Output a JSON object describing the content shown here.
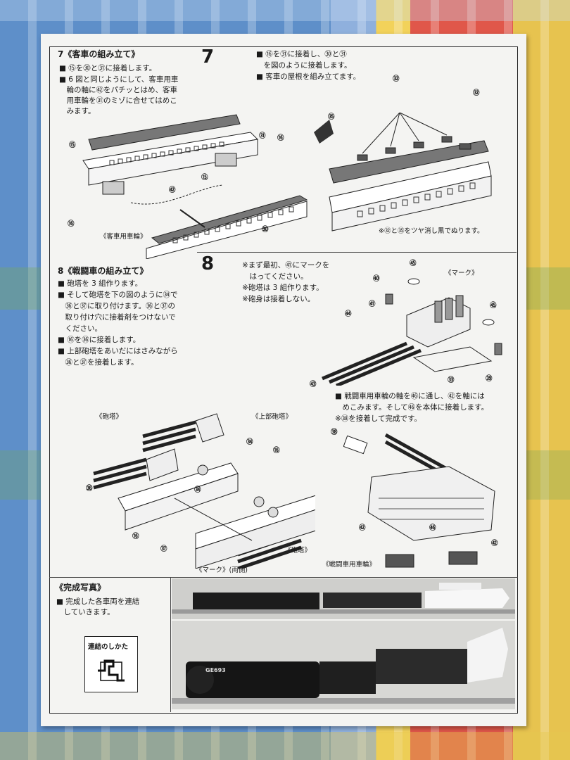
{
  "section7": {
    "heading": "7《客車の組み立て》",
    "big_number": "7",
    "left_text": [
      "■ ⑮を㉚と㉛に接着します。",
      "■ 6 図と同じようにして、客車用車",
      "　輪の軸に㊷をパチッとはめ、客車",
      "　用車輪を㉛のミゾに合せてはめこ",
      "　みます。"
    ],
    "right_text": [
      "■ ⑯を㉛に接着し、㉚と㉛",
      "　を図のように接着します。",
      "■ 客車の屋根を組み立てます。"
    ],
    "labels": {
      "p15a": "⑮",
      "p31": "㉛",
      "p16a": "⑯",
      "p42": "㊷",
      "p15b": "⑮",
      "p16b": "⑯",
      "p30": "㉚",
      "wheel": "《客車用車輪》",
      "p32a": "㉜",
      "p32b": "㉜",
      "p35": "㉟"
    },
    "note": "※㉜と㉟をツヤ消し黒でぬります。"
  },
  "section8": {
    "heading": "8《戦闘車の組み立て》",
    "big_number": "8",
    "left_text": [
      "■ 砲塔を 3 組作ります。",
      "■ そして砲塔を下の図のように㉞で",
      "　㊱と㊲に取り付けます。㊱と㊲の",
      "　取り付け穴に接着剤をつけないで",
      "　ください。",
      "■ ⑯を㊱に接着します。",
      "■ 上部砲塔をあいだにはさみながら",
      "　㊱と㊲を接着します。"
    ],
    "right_text": [
      "※まず最初、㊶にマークを",
      "　はってください。",
      "※砲塔は 3 組作ります。",
      "※砲身は接着しない。"
    ],
    "labels": {
      "p45a": "㊺",
      "mark": "《マーク》",
      "p40": "㊵",
      "p41": "㊶",
      "p45b": "㊺",
      "p44": "㊹",
      "p43": "㊸",
      "p33": "㉝",
      "p39": "㊴"
    },
    "wheel_text": [
      "■ 戦闘車用車輪の軸を㊻に通し、㊷を軸には",
      "　めこみます。そして㊻を本体に接着します。",
      "※㊳を接着して完成です。"
    ],
    "assembly_labels": {
      "turret1": "《砲塔》",
      "upper": "《上部砲塔》",
      "p34a": "㉞",
      "p16": "⑯",
      "p36": "㊱",
      "p34b": "㉞",
      "p16b": "⑯",
      "p37": "㊲",
      "mark2": "《マーク》(両側)",
      "turret2": "《砲塔》",
      "p38": "㊳",
      "p42a": "㊷",
      "p46": "㊻",
      "p42b": "㊷",
      "battle_wheel": "《戦闘車用車輪》"
    }
  },
  "photo_section": {
    "heading": "《完成写真》",
    "text": [
      "■ 完成した各車両を連結",
      "　していきます。"
    ],
    "stamp_label": "連結のしかた",
    "loco_plate": "GE693"
  }
}
